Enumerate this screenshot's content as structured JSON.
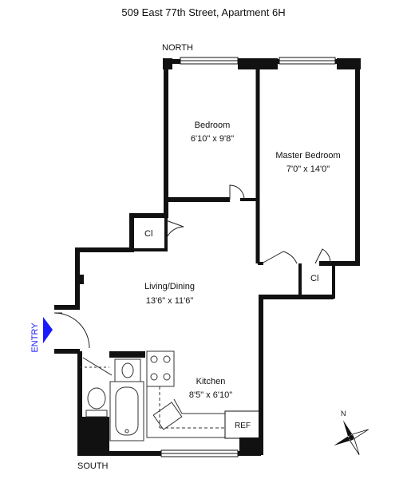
{
  "title": "509 East 77th Street, Apartment 6H",
  "orientation": {
    "top": "NORTH",
    "bottom": "SOUTH",
    "compass": "N"
  },
  "entry": {
    "label": "ENTRY",
    "arrow_color": "#1a1aff"
  },
  "rooms": {
    "bedroom": {
      "name": "Bedroom",
      "dims": "6'10\" x 9'8\""
    },
    "master": {
      "name": "Master Bedroom",
      "dims": "7'0\" x 14'0\""
    },
    "living": {
      "name": "Living/Dining",
      "dims": "13'6\" x 11'6\""
    },
    "kitchen": {
      "name": "Kitchen",
      "dims": "8'5\" x 6'10\""
    },
    "closet1": {
      "name": "Cl"
    },
    "closet2": {
      "name": "Cl"
    },
    "ref": {
      "name": "REF"
    }
  },
  "colors": {
    "wall": "#111111",
    "line": "#444444",
    "fixture": "#777777"
  }
}
